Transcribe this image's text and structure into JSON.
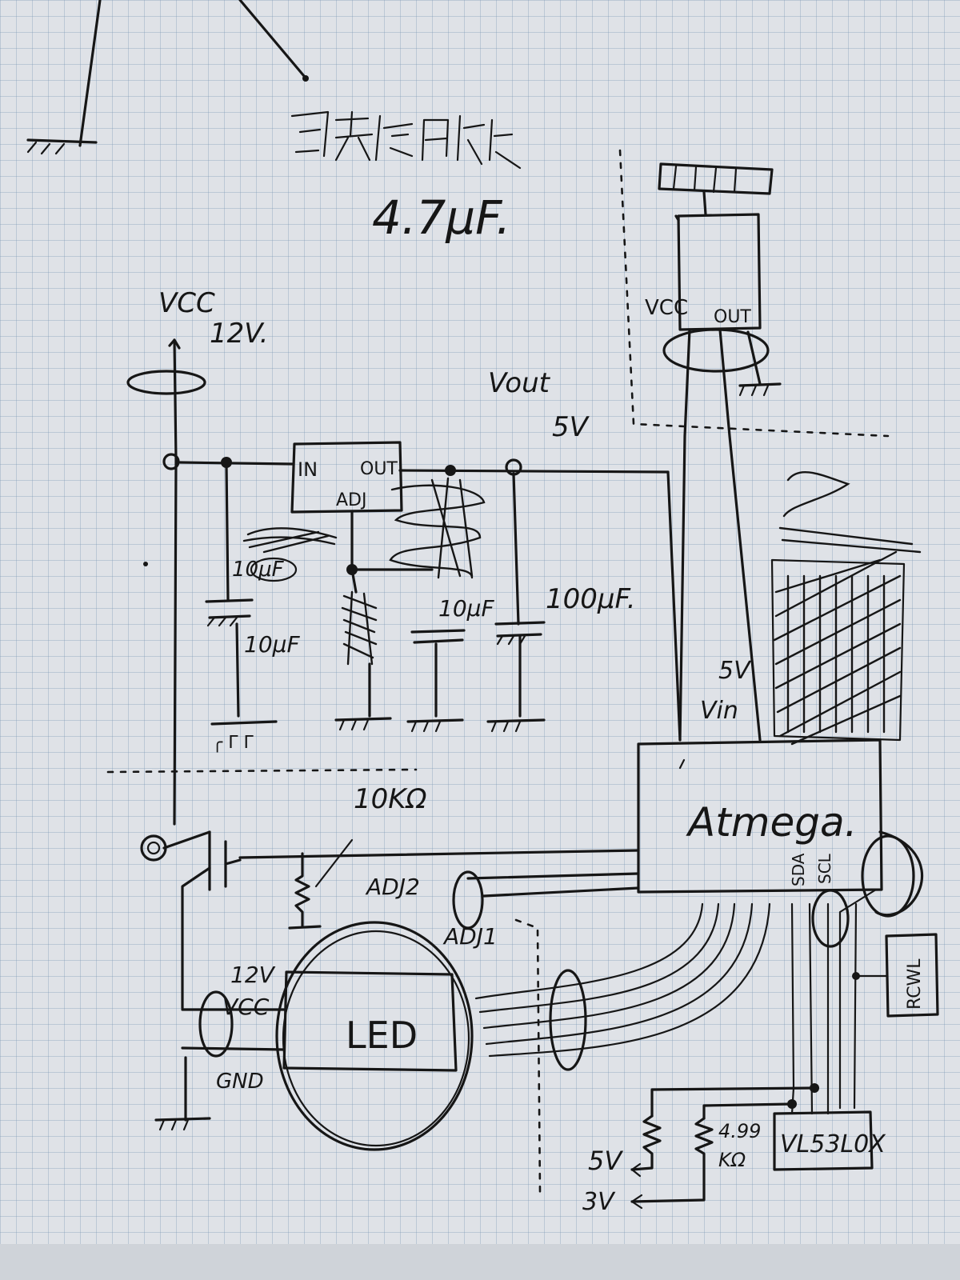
{
  "labels": {
    "cap_note": "4.7μF.",
    "vcc": "VCC",
    "vcc_12v": "12V.",
    "vout": "Vout",
    "vout_5v": "5V",
    "reg_in": "IN",
    "reg_out": "OUT",
    "reg_adj": "ADJ",
    "c1": "10μF",
    "c2": "10μF",
    "c3": "100μF.",
    "r_10k": "10KΩ",
    "adj2": "ADJ2",
    "adj1": "ADJ1",
    "led_vcc_12v": "12V",
    "led_vcc": "VCC",
    "led_gnd": "GND",
    "led": "LED",
    "atmega": "Atmega.",
    "atmega_5v": "5V",
    "atmega_vin": "Vin",
    "sda": "SDA",
    "scl": "SCL",
    "sensor_vcc": "VCC",
    "sensor_out": "OUT",
    "rcwl": "RCWL",
    "vl53": "VL53L0X",
    "r_499": "4.99",
    "r_499_unit": "KΩ",
    "v5": "5V",
    "v3": "3V"
  }
}
